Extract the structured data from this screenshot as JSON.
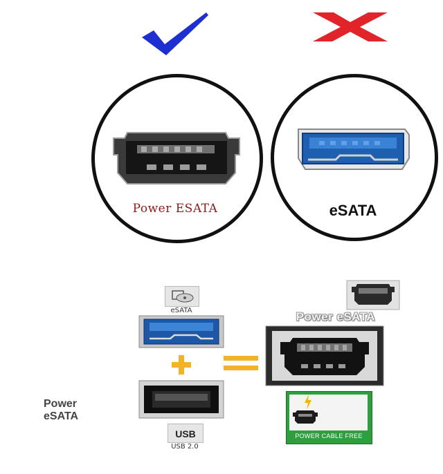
{
  "top": {
    "left_label": "Power ESATA",
    "right_label": "eSATA",
    "check_color": "#1d2fd1",
    "cross_color": "#e0242a"
  },
  "bottom": {
    "esata_caption": "eSATA",
    "usb_logo": "USB",
    "usb_caption": "USB 2.0",
    "power_esata_title": "Power eSATA",
    "badge_line1": "Power",
    "badge_line2": "eSATA",
    "badge_footer": "POWER CABLE FREE",
    "plus_color": "#f2b22a",
    "equals_color": "#f2b22a",
    "badge_color": "#2f9e3f"
  },
  "icons": [
    "checkmark-icon",
    "cross-icon",
    "lightning-icon",
    "hard-drive-icon"
  ]
}
